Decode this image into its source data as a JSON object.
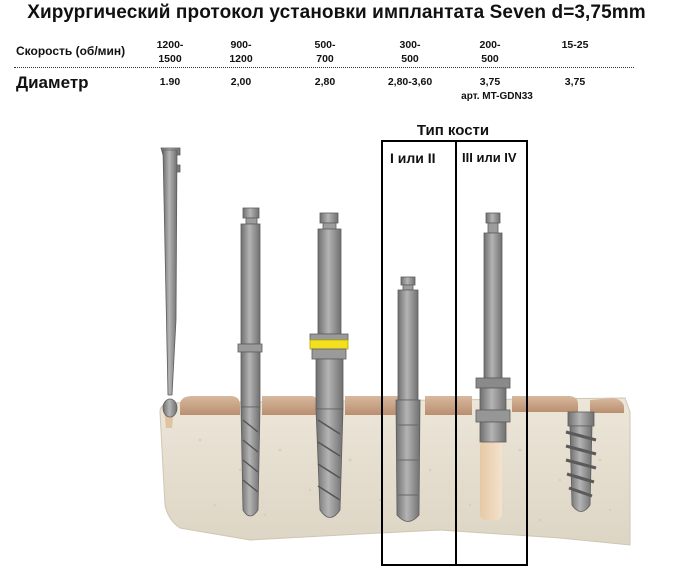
{
  "title": "Хирургический протокол установки имплантата Seven d=3,75mm",
  "rows": {
    "speed_label": "Скорость (об/мин)",
    "diameter_label": "Диаметр"
  },
  "columns": [
    {
      "speed_top": "1200-",
      "speed_bottom": "1500",
      "diameter": "1.90"
    },
    {
      "speed_top": "900-",
      "speed_bottom": "1200",
      "diameter": "2,00"
    },
    {
      "speed_top": "500-",
      "speed_bottom": "700",
      "diameter": "2,80"
    },
    {
      "speed_top": "300-",
      "speed_bottom": "500",
      "diameter": "2,80-3,60"
    },
    {
      "speed_top": "200-",
      "speed_bottom": "500",
      "diameter": "3,75"
    },
    {
      "speed_top": "15-25",
      "speed_bottom": "",
      "diameter": "3,75"
    }
  ],
  "article_note": "арт. MT-GDN33",
  "bone": {
    "title": "Тип кости",
    "type_1": "I или II",
    "type_2": "III или IV"
  },
  "colors": {
    "gum": "#c9a58a",
    "bone": "#e8e2d4",
    "tool": "#8e8e8e",
    "marker": "#f2e01e"
  }
}
